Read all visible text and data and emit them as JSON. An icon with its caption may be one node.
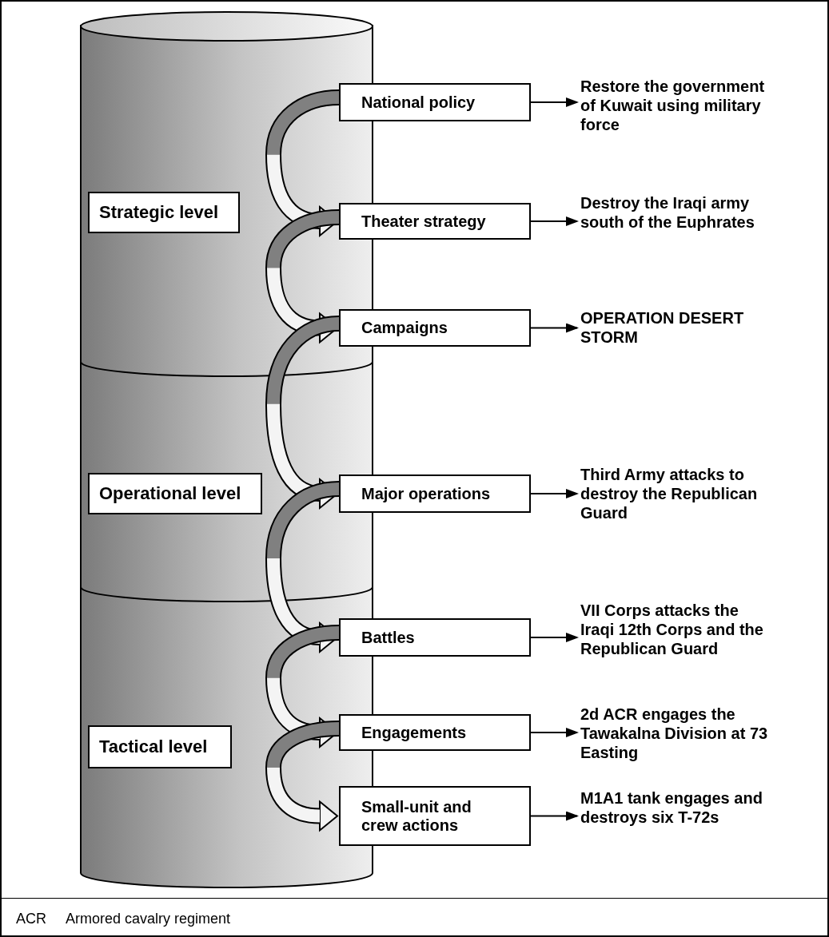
{
  "diagram": {
    "nodes": [
      {
        "text": [],
        "shape": "cylinder"
      },
      {
        "text": [
          "Strategic level"
        ],
        "in": 0
      },
      {
        "text": [
          "Operational level"
        ],
        "in": 0
      },
      {
        "text": [
          "Tactical level"
        ],
        "in": 0
      },
      {
        "text": [
          "National policy"
        ]
      },
      {
        "text": [
          "Theater strategy"
        ]
      },
      {
        "text": [
          "Campaigns"
        ]
      },
      {
        "text": [
          "Major operations"
        ]
      },
      {
        "text": [
          "Battles"
        ]
      },
      {
        "text": [
          "Engagements"
        ]
      },
      {
        "text": [
          "Small-unit and crew actions"
        ]
      },
      {
        "text": [
          "Restore the government of Kuwait using military force"
        ]
      },
      {
        "text": [
          "Destroy the Iraqi army south of the Euphrates"
        ]
      },
      {
        "text": [
          "OPERATION DESERT STORM"
        ]
      },
      {
        "text": [
          "Third Army attacks to destroy the Republican Guard"
        ]
      },
      {
        "text": [
          "VII Corps attacks the Iraqi 12th Corps and the Republican Guard"
        ]
      },
      {
        "text": [
          "2d ACR engages the Tawakalna Division at 73 Easting"
        ]
      },
      {
        "text": [
          "M1A1 tank engages and destroys six T-72s"
        ]
      }
    ],
    "edges": [
      {
        "from": 4,
        "to": 5,
        "arrow": "to",
        "style": "thick"
      },
      {
        "from": 5,
        "to": 6,
        "arrow": "to",
        "style": "thick"
      },
      {
        "from": 6,
        "to": 7,
        "arrow": "to",
        "style": "thick"
      },
      {
        "from": 7,
        "to": 8,
        "arrow": "to",
        "style": "thick"
      },
      {
        "from": 8,
        "to": 9,
        "arrow": "to",
        "style": "thick"
      },
      {
        "from": 9,
        "to": 10,
        "arrow": "to",
        "style": "thick"
      },
      {
        "from": 4,
        "to": 11,
        "arrow": "to"
      },
      {
        "from": 5,
        "to": 12,
        "arrow": "to"
      },
      {
        "from": 6,
        "to": 13,
        "arrow": "to"
      },
      {
        "from": 7,
        "to": 14,
        "arrow": "to"
      },
      {
        "from": 8,
        "to": 15,
        "arrow": "to"
      },
      {
        "from": 9,
        "to": 16,
        "arrow": "to"
      },
      {
        "from": 10,
        "to": 17,
        "arrow": "to"
      }
    ],
    "labels": [
      "ACR",
      "Armored cavalry regiment"
    ]
  }
}
